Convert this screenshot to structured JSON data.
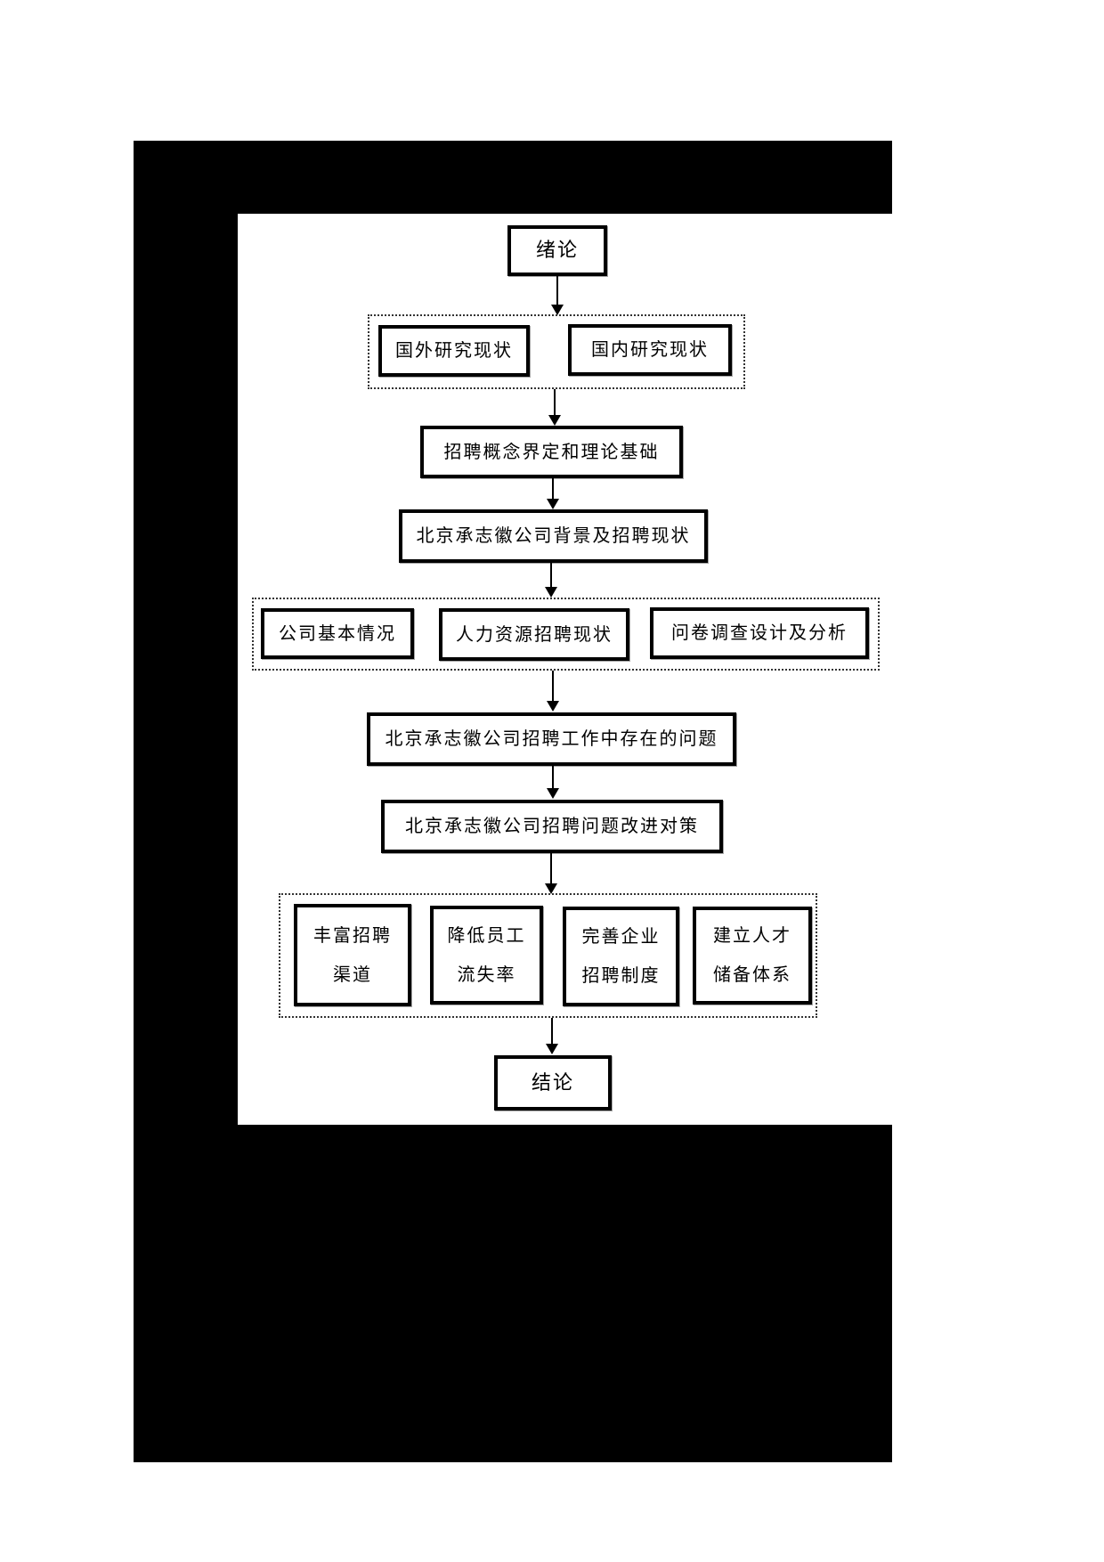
{
  "page": {
    "background_color": "#ffffff",
    "frame_color": "#000000",
    "description": "Thesis structure flowchart on a white window inset in a black page region"
  },
  "flowchart": {
    "nodes": {
      "intro": {
        "label": "绪论"
      },
      "foreign_research": {
        "label": "国外研究现状"
      },
      "domestic_research": {
        "label": "国内研究现状"
      },
      "concept_theory": {
        "label": "招聘概念界定和理论基础"
      },
      "company_background": {
        "label": "北京承志徽公司背景及招聘现状"
      },
      "company_basic": {
        "label": "公司基本情况"
      },
      "hr_recruit_status": {
        "label": "人力资源招聘现状"
      },
      "questionnaire": {
        "label": "问卷调查设计及分析"
      },
      "problems": {
        "label": "北京承志徽公司招聘工作中存在的问题"
      },
      "countermeasures": {
        "label": "北京承志徽公司招聘问题改进对策"
      },
      "enrich_channels": {
        "line1": "丰富招聘",
        "line2": "渠道"
      },
      "reduce_turnover": {
        "line1": "降低员工",
        "line2": "流失率"
      },
      "improve_system": {
        "line1": "完善企业",
        "line2": "招聘制度"
      },
      "talent_reserve": {
        "line1": "建立人才",
        "line2": "储备体系"
      },
      "conclusion": {
        "label": "结论"
      }
    },
    "edges": [
      {
        "from": "intro",
        "to": "research-status-group"
      },
      {
        "from": "research-status-group",
        "to": "concept_theory"
      },
      {
        "from": "concept_theory",
        "to": "company_background"
      },
      {
        "from": "company_background",
        "to": "status-analysis-group"
      },
      {
        "from": "status-analysis-group",
        "to": "problems"
      },
      {
        "from": "problems",
        "to": "countermeasures"
      },
      {
        "from": "countermeasures",
        "to": "measures-group"
      },
      {
        "from": "measures-group",
        "to": "conclusion"
      }
    ]
  }
}
